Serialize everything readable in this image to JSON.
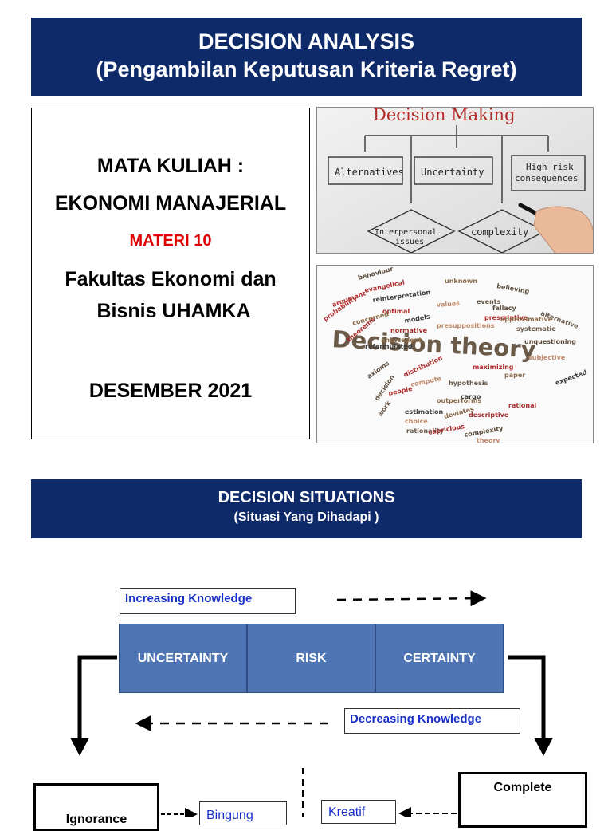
{
  "slide1": {
    "banner": {
      "title": "DECISION ANALYSIS",
      "subtitle": "(Pengambilan Keputusan Kriteria Regret)"
    },
    "info": {
      "course_label": "MATA KULIAH :",
      "course_name": "EKONOMI MANAJERIAL",
      "material": "MATERI 10",
      "faculty_line1": "Fakultas Ekonomi dan",
      "faculty_line2": "Bisnis UHAMKA",
      "date": "DESEMBER 2021"
    },
    "photo1": {
      "title": "Decision Making",
      "boxes": [
        "Alternatives",
        "Uncertainty",
        "High risk",
        "consequences"
      ],
      "diamonds": [
        "Interpersonal",
        "issues",
        "complexity"
      ]
    },
    "photo2": {
      "main_word": "Decision theory",
      "words": [
        "behaviour",
        "evangelical",
        "unknown",
        "reinterpretation",
        "optimal",
        "values",
        "events",
        "believing",
        "probability",
        "concerned",
        "models",
        "normative",
        "presuppositions",
        "systematic",
        "unquestioning",
        "maximizing",
        "paper",
        "expected",
        "distribution",
        "compute",
        "hypothesis",
        "axioms",
        "people",
        "outperforms",
        "estimation",
        "descriptive",
        "choice",
        "rationality",
        "complexity",
        "rational",
        "deviates",
        "cargo",
        "capricious",
        "theory",
        "work",
        "decision",
        "prescriptive",
        "antecedent",
        "reformulated",
        "theorems",
        "subjective",
        "alternative",
        "fallacy",
        "argument",
        "approximative"
      ]
    }
  },
  "slide2": {
    "banner": {
      "title": "DECISION SITUATIONS",
      "subtitle": "(Situasi Yang Dihadapi )"
    },
    "increasing_knowledge": "Increasing Knowledge",
    "decreasing_knowledge": "Decreasing Knowledge",
    "categories": [
      "UNCERTAINTY",
      "RISK",
      "CERTAINTY"
    ],
    "ignorance": "Ignorance",
    "complete": "Complete",
    "bingung": "Bingung",
    "kreatif": "Kreatif",
    "colors": {
      "banner": "#0f2a69",
      "category_fill": "#4f75b4",
      "label_text": "#1830c8",
      "material_red": "#e00000"
    }
  }
}
